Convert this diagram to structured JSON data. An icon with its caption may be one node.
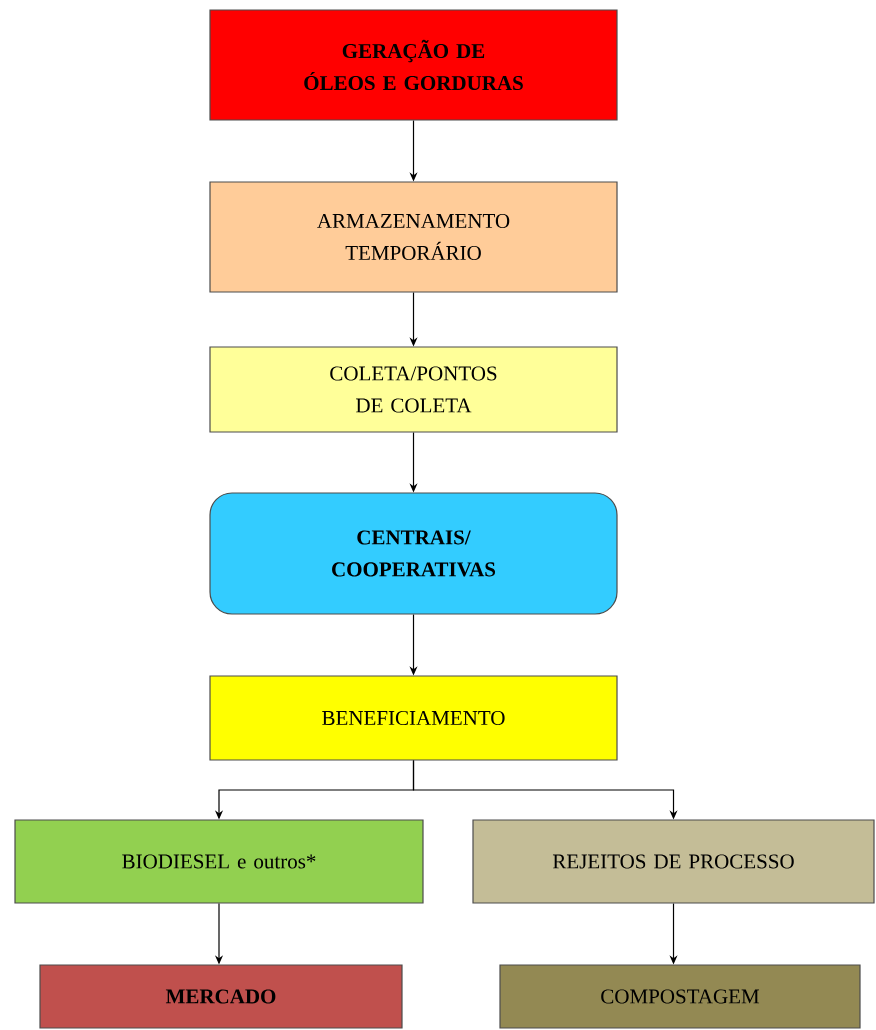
{
  "diagram": {
    "nodes": [
      {
        "text": [
          "GERAÇÃO DE ÓLEOS E GORDURAS"
        ]
      },
      {
        "text": [
          "ARMAZENAMENTO TEMPORÁRIO"
        ]
      },
      {
        "text": [
          "COLETA/PONTOS DE COLETA"
        ]
      },
      {
        "text": [
          "CENTRAIS/ COOPERATIVAS"
        ]
      },
      {
        "text": [
          "BENEFICIAMENTO"
        ]
      },
      {
        "text": [
          "BIODIESEL e outros*"
        ]
      },
      {
        "text": [
          "REJEITOS DE PROCESSO"
        ]
      },
      {
        "text": [
          "MERCADO"
        ]
      },
      {
        "text": [
          "COMPOSTAGEM"
        ]
      }
    ],
    "edges": [
      {
        "from": 0,
        "to": 1,
        "arrow": "to"
      },
      {
        "from": 1,
        "to": 2,
        "arrow": "to"
      },
      {
        "from": 2,
        "to": 3,
        "arrow": "to"
      },
      {
        "from": 3,
        "to": 4,
        "arrow": "to"
      },
      {
        "from": 4,
        "to": 5,
        "arrow": "to"
      },
      {
        "from": 4,
        "to": 6,
        "arrow": "to"
      },
      {
        "from": 5,
        "to": 7,
        "arrow": "to"
      },
      {
        "from": 6,
        "to": 8,
        "arrow": "to"
      }
    ]
  }
}
